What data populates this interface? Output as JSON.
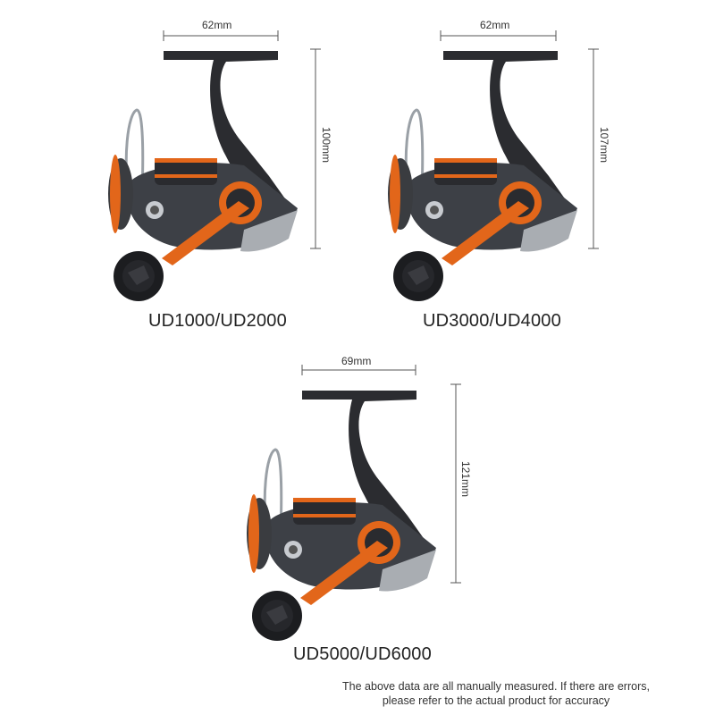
{
  "products": [
    {
      "model": "UD1000/UD2000",
      "width_label": "62mm",
      "height_label": "100mm"
    },
    {
      "model": "UD3000/UD4000",
      "width_label": "62mm",
      "height_label": "107mm"
    },
    {
      "model": "UD5000/UD6000",
      "width_label": "69mm",
      "height_label": "121mm"
    }
  ],
  "note": {
    "line1": "The above data are all manually measured. If there are errors,",
    "line2": "please refer to the actual product for accuracy"
  },
  "colors": {
    "accent": "#e2661a",
    "body": "#3a3d42",
    "dark": "#1e1f22"
  }
}
